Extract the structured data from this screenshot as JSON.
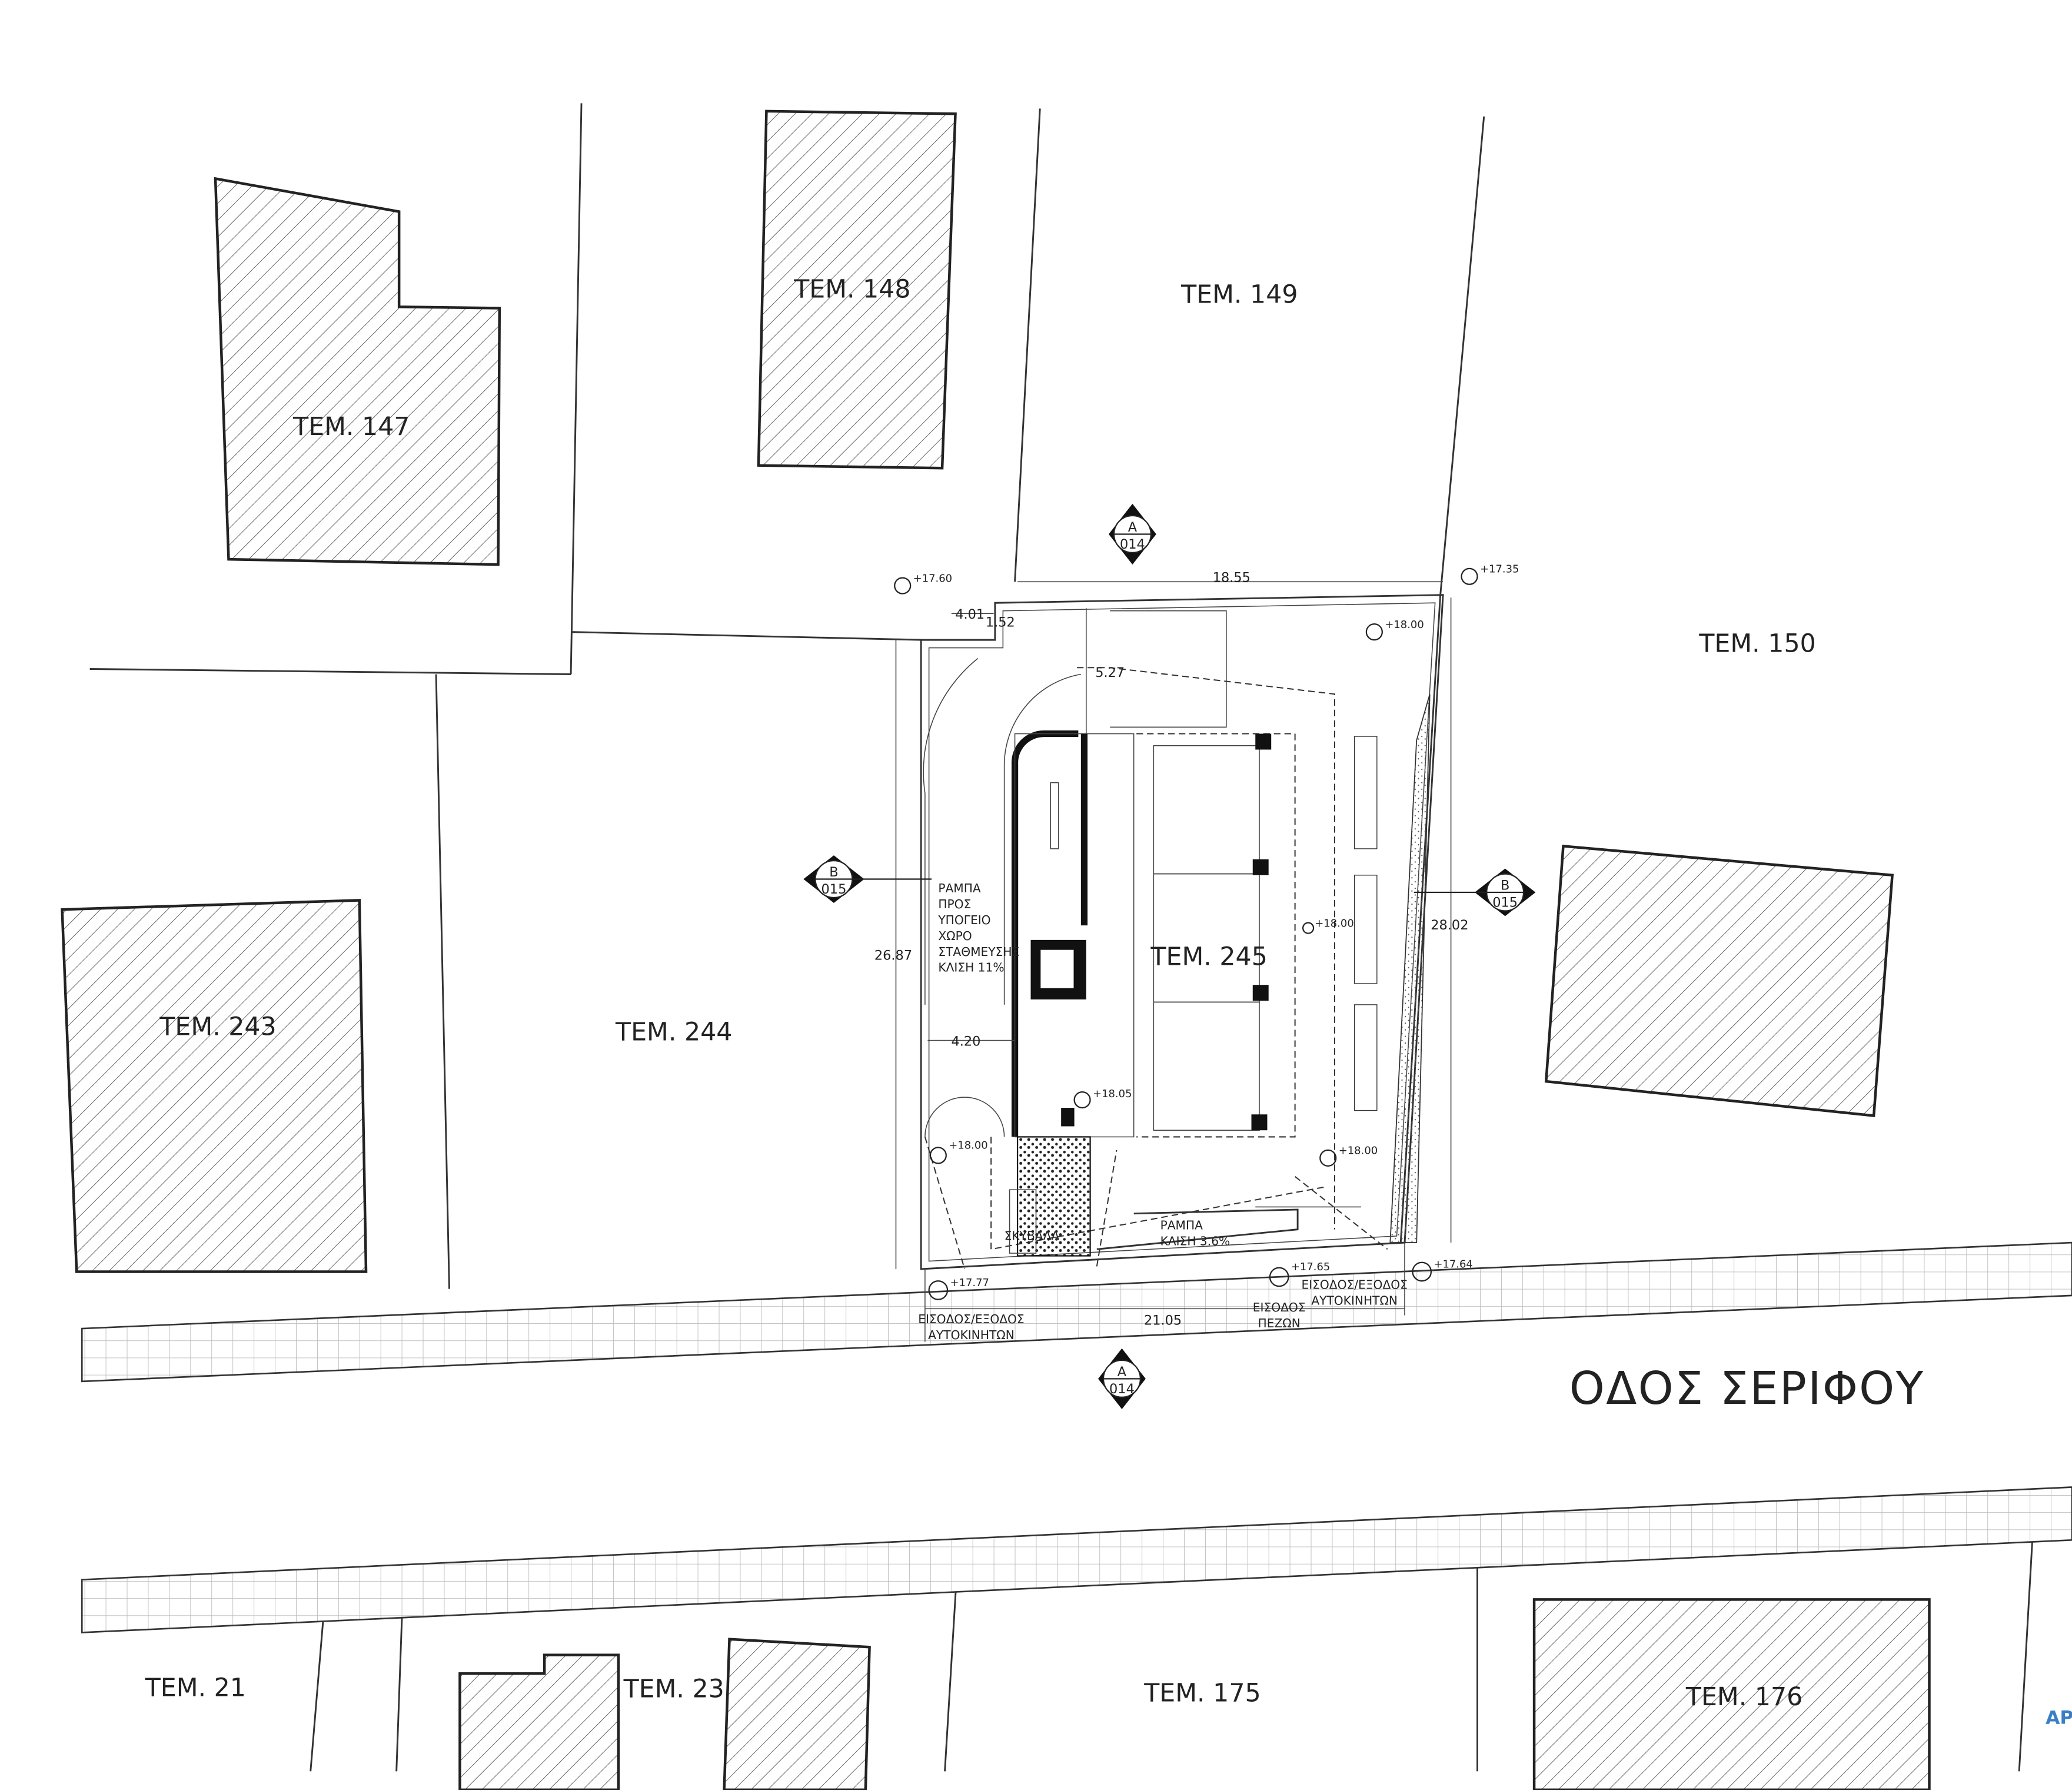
{
  "plots": {
    "tem147": "ΤΕΜ. 147",
    "tem148": "ΤΕΜ. 148",
    "tem149": "ΤΕΜ. 149",
    "tem150": "ΤΕΜ. 150",
    "tem243": "ΤΕΜ. 243",
    "tem244": "ΤΕΜ. 244",
    "tem245": "ΤΕΜ. 245",
    "tem21": "ΤΕΜ. 21",
    "tem23": "ΤΕΜ. 23",
    "tem175": "ΤΕΜ. 175",
    "tem176": "ΤΕΜ. 176"
  },
  "street_name": "ΟΔΟΣ ΣΕΡΙΦΟΥ",
  "edge_label": "ΑΡ",
  "dimensions": {
    "north": "18.55",
    "setback_west": "4.01",
    "offset": "1.52",
    "inner": "5.27",
    "west_side": "26.87",
    "east_side": "28.02",
    "ramp_width": "4.20",
    "south": "21.05"
  },
  "levels": {
    "nw": "+17.60",
    "ne": "+17.35",
    "yard_n": "+18.00",
    "mid": "+18.00",
    "entrance": "+18.05",
    "ramp_top": "+18.00",
    "yard_se": "+18.00",
    "street_w": "+17.77",
    "street_mid": "+17.65",
    "street_e": "+17.64"
  },
  "notes": {
    "ramp_down": [
      "ΡΑΜΠΑ",
      "ΠΡΟΣ",
      "ΥΠΟΓΕΙΟ",
      "ΧΩΡΟ",
      "ΣΤΑΘΜΕΥΣΗΣ",
      "ΚΛΙΣΗ 11%"
    ],
    "ramp_small": [
      "ΡΑΜΠΑ",
      "ΚΛΙΣΗ 3.6%"
    ],
    "refuse": "ΣΚΥΒΑΛΑ",
    "car_entry_w": [
      "ΕΙΣΟΔΟΣ/ΕΞΟΔΟΣ",
      "ΑΥΤΟΚΙΝΗΤΩΝ"
    ],
    "car_entry_e": [
      "ΕΙΣΟΔΟΣ/ΕΞΟΔΟΣ",
      "ΑΥΤΟΚΙΝΗΤΩΝ"
    ],
    "ped_entry": [
      "ΕΙΣΟΔΟΣ",
      "ΠΕΖΩΝ"
    ]
  },
  "sections": {
    "a_letter": "A",
    "a_sheet": "014",
    "b_letter": "B",
    "b_sheet": "015"
  },
  "colors": {
    "lines": "#222222",
    "edge_label": "#3a7fc4"
  }
}
